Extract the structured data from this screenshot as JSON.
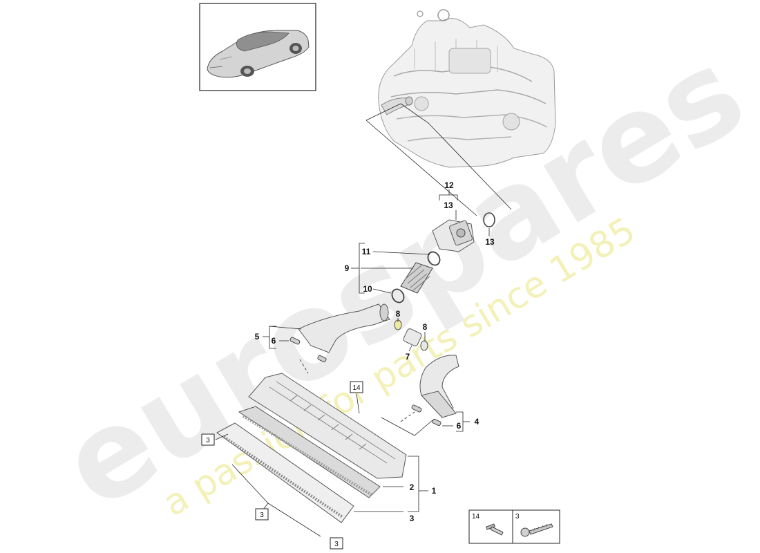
{
  "watermark": {
    "brand": "eurospares",
    "tagline": "a passion for parts since 1985",
    "brand_color": "#ececec",
    "tagline_color": "#f3f1b8"
  },
  "callouts": {
    "c1": "1",
    "c2": "2",
    "c3": "3",
    "c4": "4",
    "c5": "5",
    "c6a": "6",
    "c6b": "6",
    "c7": "7",
    "c8a": "8",
    "c8b": "8",
    "c9": "9",
    "c10": "10",
    "c11": "11",
    "c12": "12",
    "c13a": "13",
    "c13b": "13",
    "box14": "14",
    "box3a": "3",
    "box3b": "3",
    "box3c": "3"
  },
  "fastener_legend": {
    "left_label": "14",
    "right_label": "3",
    "left_icon": "collar-screw-icon",
    "right_icon": "self-tapping-screw-icon"
  },
  "icons": {
    "thumbnail": "car-thumbnail-icon",
    "engine": "engine-illustration-icon"
  }
}
